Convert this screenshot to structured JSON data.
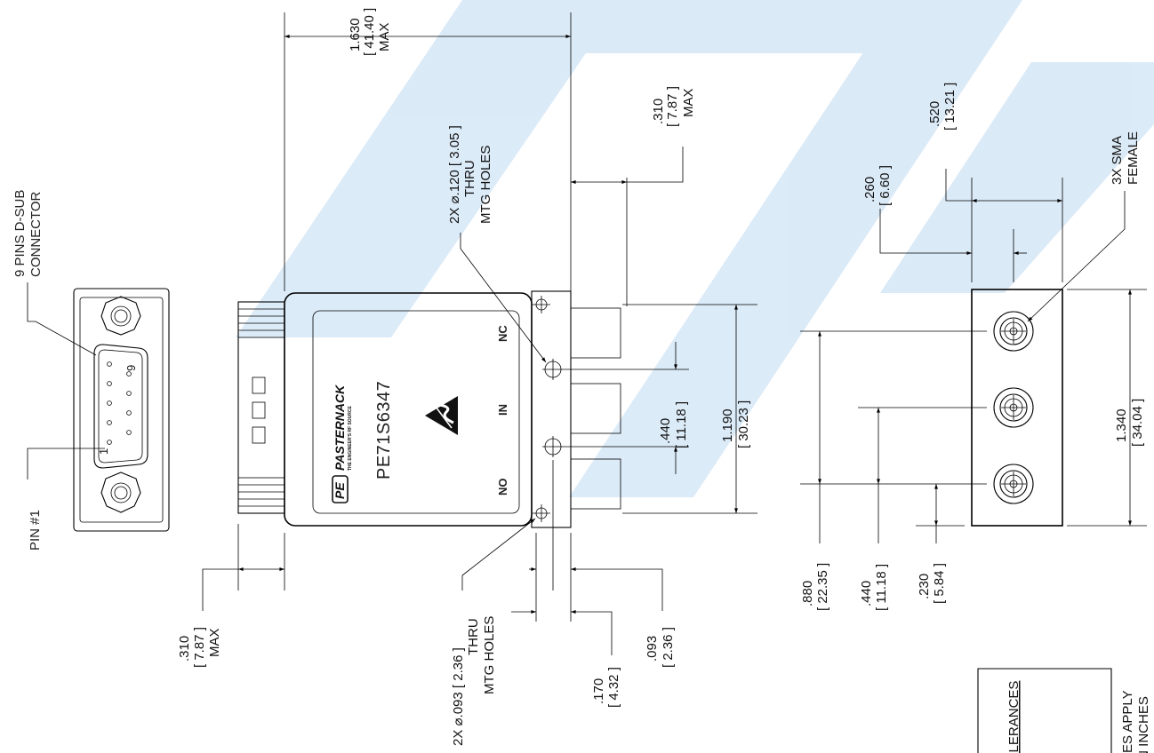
{
  "colors": {
    "watermark": "#3f8fd8",
    "outline": "#000000",
    "body_fill": "#f4f4f4"
  },
  "connector": {
    "label_line1": "9 PINS D-SUB",
    "label_line2": "CONNECTOR",
    "pin_label": "PIN #1",
    "pin_num_1": "1",
    "pin_num_9": "9"
  },
  "device": {
    "brand": "PASTERNACK",
    "tagline": "THE ENGINEER'S RF SOURCE",
    "logo_mark": "PE",
    "part_number": "PE71S6347",
    "ports": [
      "NC",
      "IN",
      "NO"
    ]
  },
  "dims": {
    "width_top": [
      "1.630",
      "[ 41.40 ]",
      "MAX"
    ],
    "conn_depth_top": [
      ".310",
      "[ 7.87 ]",
      "MAX"
    ],
    "mtg_holes_large": [
      "2X ⌀.120 [ 3.05 ]",
      "THRU",
      "MTG HOLES"
    ],
    "hole_spacing": [
      ".440",
      "[ 11.18 ]"
    ],
    "body_height": [
      "1.190",
      "[ 30.23 ]"
    ],
    "dsub_depth": [
      ".310",
      "[ 7.87 ]",
      "MAX"
    ],
    "mtg_holes_small": [
      "2X ⌀.093 [ 2.36 ]",
      "THRU",
      "MTG HOLES"
    ],
    "edge_offset_a": [
      ".170",
      "[ 4.32 ]"
    ],
    "edge_offset_b": [
      ".093",
      "[ 2.36 ]"
    ],
    "side_offset_a": [
      ".260",
      "[ 6.60 ]"
    ],
    "side_offset_b": [
      ".520",
      "[ 13.21 ]"
    ],
    "sma_label": [
      "3X SMA",
      "FEMALE"
    ],
    "side_height": [
      "1.340",
      "[ 34.04 ]"
    ],
    "sma_pitch_a": [
      ".880",
      "[ 22.35 ]"
    ],
    "sma_pitch_b": [
      ".440",
      "[ 11.18 ]"
    ],
    "sma_pitch_c": [
      ".230",
      "[ 5.84 ]"
    ]
  },
  "notes": {
    "tolerances_title": "TOLERANCES",
    "tolerances_text": "ES APPLY",
    "tolerances_text2": "IN INCHES"
  }
}
